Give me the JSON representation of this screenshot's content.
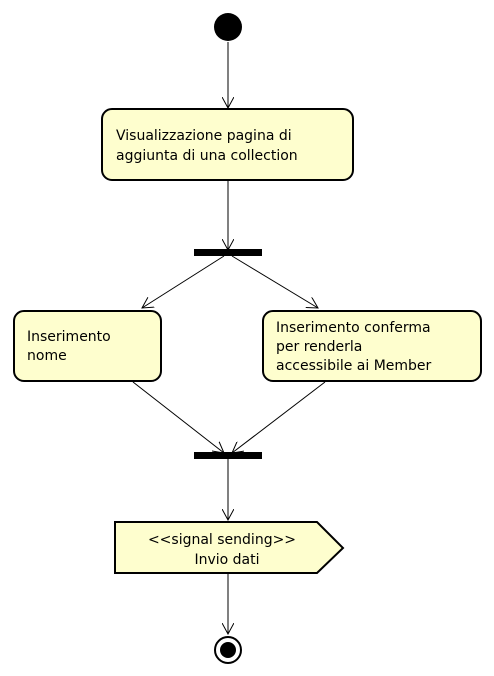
{
  "diagram": {
    "type": "uml-activity",
    "colors": {
      "node_fill": "#FEFECE",
      "node_stroke": "#000000",
      "bar_fill": "#000000",
      "edge_stroke": "#000000",
      "background": "#FFFFFF"
    },
    "nodes": {
      "start": {
        "kind": "initial-node"
      },
      "visualizzazione": {
        "kind": "action",
        "lines": [
          "Visualizzazione pagina di",
          "aggiunta di una collection"
        ]
      },
      "fork": {
        "kind": "fork-bar"
      },
      "inserimento_nome": {
        "kind": "action",
        "lines": [
          "Inserimento",
          "nome"
        ]
      },
      "inserimento_conferma": {
        "kind": "action",
        "lines": [
          "Inserimento conferma",
          "per renderla",
          "accessibile ai Member"
        ]
      },
      "join": {
        "kind": "join-bar"
      },
      "invio_dati": {
        "kind": "send-signal",
        "lines": [
          "<<signal sending>>",
          "Invio dati"
        ]
      },
      "end": {
        "kind": "final-node"
      }
    },
    "edges": [
      {
        "from": "start",
        "to": "visualizzazione"
      },
      {
        "from": "visualizzazione",
        "to": "fork"
      },
      {
        "from": "fork",
        "to": "inserimento_nome"
      },
      {
        "from": "fork",
        "to": "inserimento_conferma"
      },
      {
        "from": "inserimento_nome",
        "to": "join"
      },
      {
        "from": "inserimento_conferma",
        "to": "join"
      },
      {
        "from": "join",
        "to": "invio_dati"
      },
      {
        "from": "invio_dati",
        "to": "end"
      }
    ]
  }
}
